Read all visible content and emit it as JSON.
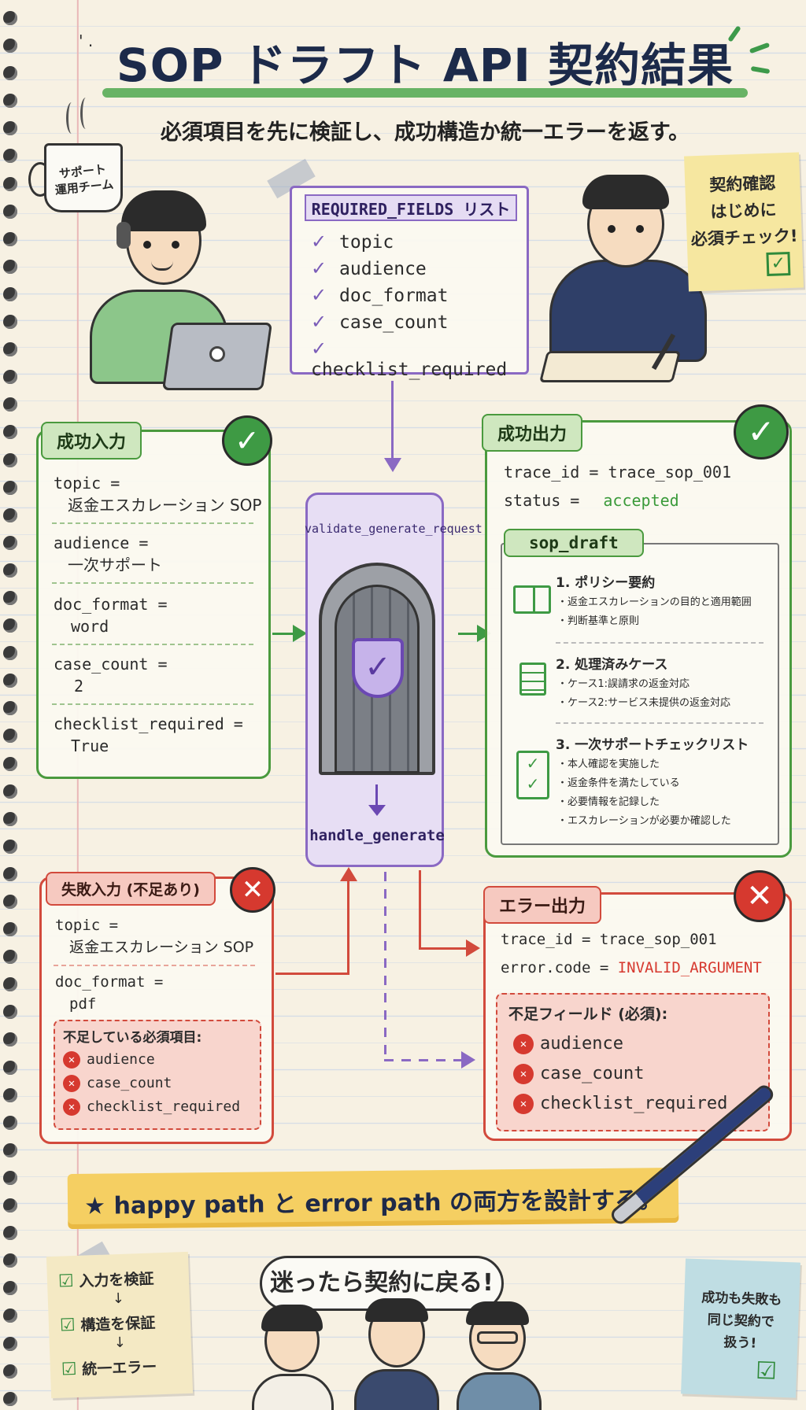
{
  "title": "SOP ドラフト API 契約結果",
  "subtitle": "必須項目を先に検証し、成功構造か統一エラーを返す。",
  "mug_label": [
    "サポート",
    "運用チーム"
  ],
  "sticky_top_right": {
    "lines": [
      "契約確認",
      "はじめに",
      "必須チェック!"
    ]
  },
  "required_fields": {
    "title": "REQUIRED_FIELDS リスト",
    "items": [
      "topic",
      "audience",
      "doc_format",
      "case_count",
      "checklist_required"
    ],
    "check_glyph": "✓"
  },
  "success_input": {
    "label": "成功入力",
    "fields": [
      {
        "key": "topic =",
        "value": "返金エスカレーション SOP"
      },
      {
        "key": "audience =",
        "value": "一次サポート"
      },
      {
        "key": "doc_format =",
        "value": "word"
      },
      {
        "key": "case_count =",
        "value": "2"
      },
      {
        "key": "checklist_required =",
        "value": "True"
      }
    ]
  },
  "validator": {
    "top_label": "validate_generate_request",
    "bottom_label": "handle_generate"
  },
  "success_output": {
    "label": "成功出力",
    "trace_line": "trace_id = trace_sop_001",
    "status_key": "status =",
    "status_value": "accepted",
    "status_color": "#3a9a3a",
    "draft_label": "sop_draft",
    "sections": [
      {
        "title": "1. ポリシー要約",
        "icon": "book-icon",
        "bullets": [
          "・返金エスカレーションの目的と適用範囲",
          "・判断基準と原則"
        ]
      },
      {
        "title": "2. 処理済みケース",
        "icon": "document-icon",
        "bullets": [
          "・ケース1:誤請求の返金対応",
          "・ケース2:サービス未提供の返金対応"
        ]
      },
      {
        "title": "3. 一次サポートチェックリスト",
        "icon": "clipboard-check-icon",
        "bullets": [
          "・本人確認を実施した",
          "・返金条件を満たしている",
          "・必要情報を記録した",
          "・エスカレーションが必要か確認した"
        ]
      }
    ]
  },
  "failure_input": {
    "label": "失敗入力 (不足あり)",
    "fields": [
      {
        "key": "topic =",
        "value": "返金エスカレーション SOP"
      },
      {
        "key": "doc_format =",
        "value": "pdf"
      }
    ],
    "missing_title": "不足している必須項目:",
    "missing": [
      "audience",
      "case_count",
      "checklist_required"
    ]
  },
  "error_output": {
    "label": "エラー出力",
    "trace_line": "trace_id = trace_sop_001",
    "code_key": "error.code =",
    "code_value": "INVALID_ARGUMENT",
    "code_color": "#d6392f",
    "missing_title": "不足フィールド (必須):",
    "missing": [
      "audience",
      "case_count",
      "checklist_required"
    ]
  },
  "banner": "★ happy path と error path の両方を設計する。",
  "bottom_left_note": {
    "steps": [
      "入力を検証",
      "構造を保証",
      "統一エラー"
    ],
    "arrow_glyph": "↓",
    "check_glyph": "☑"
  },
  "speech_bubble": "迷ったら契約に戻る!",
  "bottom_right_note": {
    "lines": [
      "成功も失敗も",
      "同じ契約で",
      "扱う!"
    ],
    "check_glyph": "☑"
  },
  "colors": {
    "green": "#4a9a3e",
    "red": "#d24a3c",
    "purple": "#8a69c3",
    "navy": "#1c2a4a"
  }
}
